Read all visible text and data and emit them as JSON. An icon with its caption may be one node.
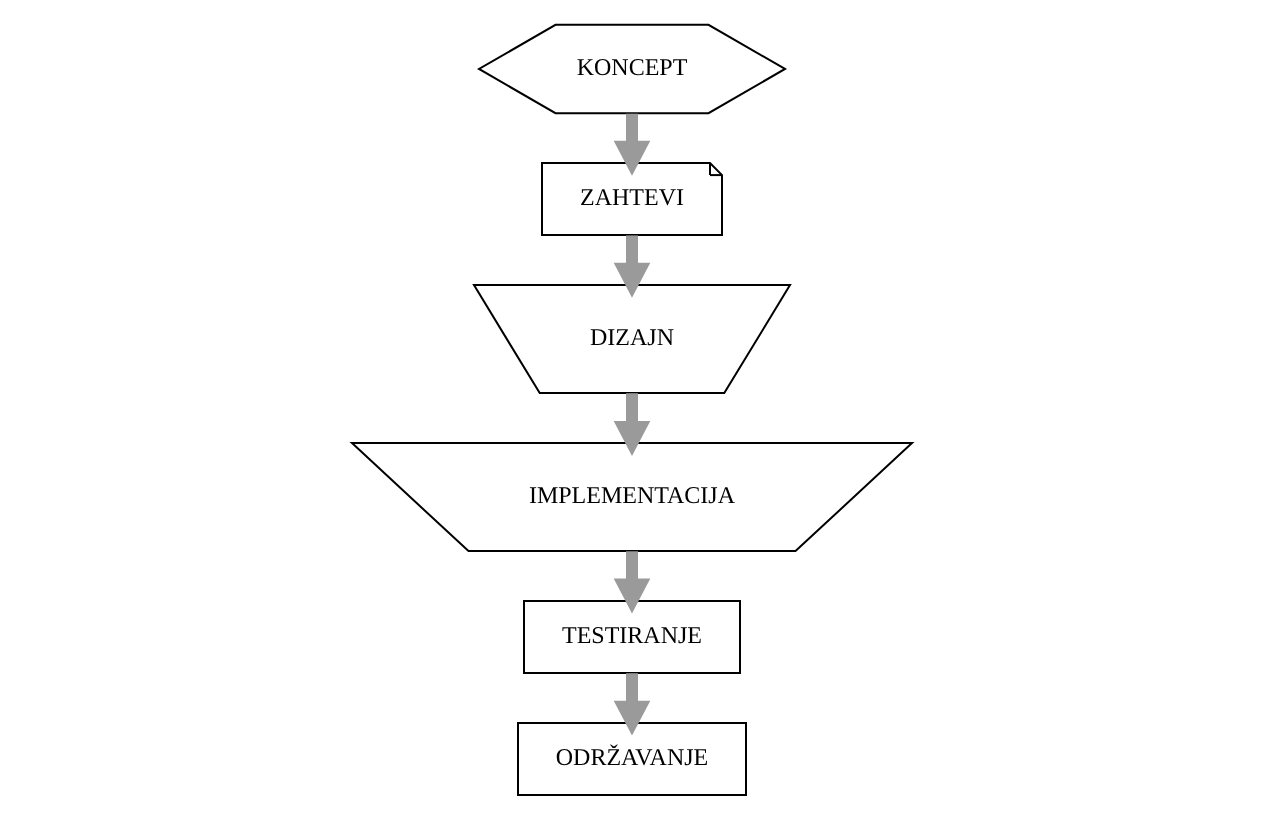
{
  "diagram": {
    "nodes": [
      {
        "text": [
          "KONCEPT"
        ]
      },
      {
        "text": [
          "ZAHTEVI"
        ]
      },
      {
        "text": [
          "DIZAJN"
        ]
      },
      {
        "text": [
          "IMPLEMENTACIJA"
        ]
      },
      {
        "text": [
          "TESTIRANJE"
        ]
      },
      {
        "text": [
          "ODRŽAVANJE"
        ]
      }
    ],
    "edges": [
      {
        "from": 0,
        "to": 1,
        "arrow": "to"
      },
      {
        "from": 1,
        "to": 2,
        "arrow": "to"
      },
      {
        "from": 2,
        "to": 3,
        "arrow": "to"
      },
      {
        "from": 3,
        "to": 4,
        "arrow": "to"
      },
      {
        "from": 4,
        "to": 5,
        "arrow": "to"
      }
    ]
  }
}
